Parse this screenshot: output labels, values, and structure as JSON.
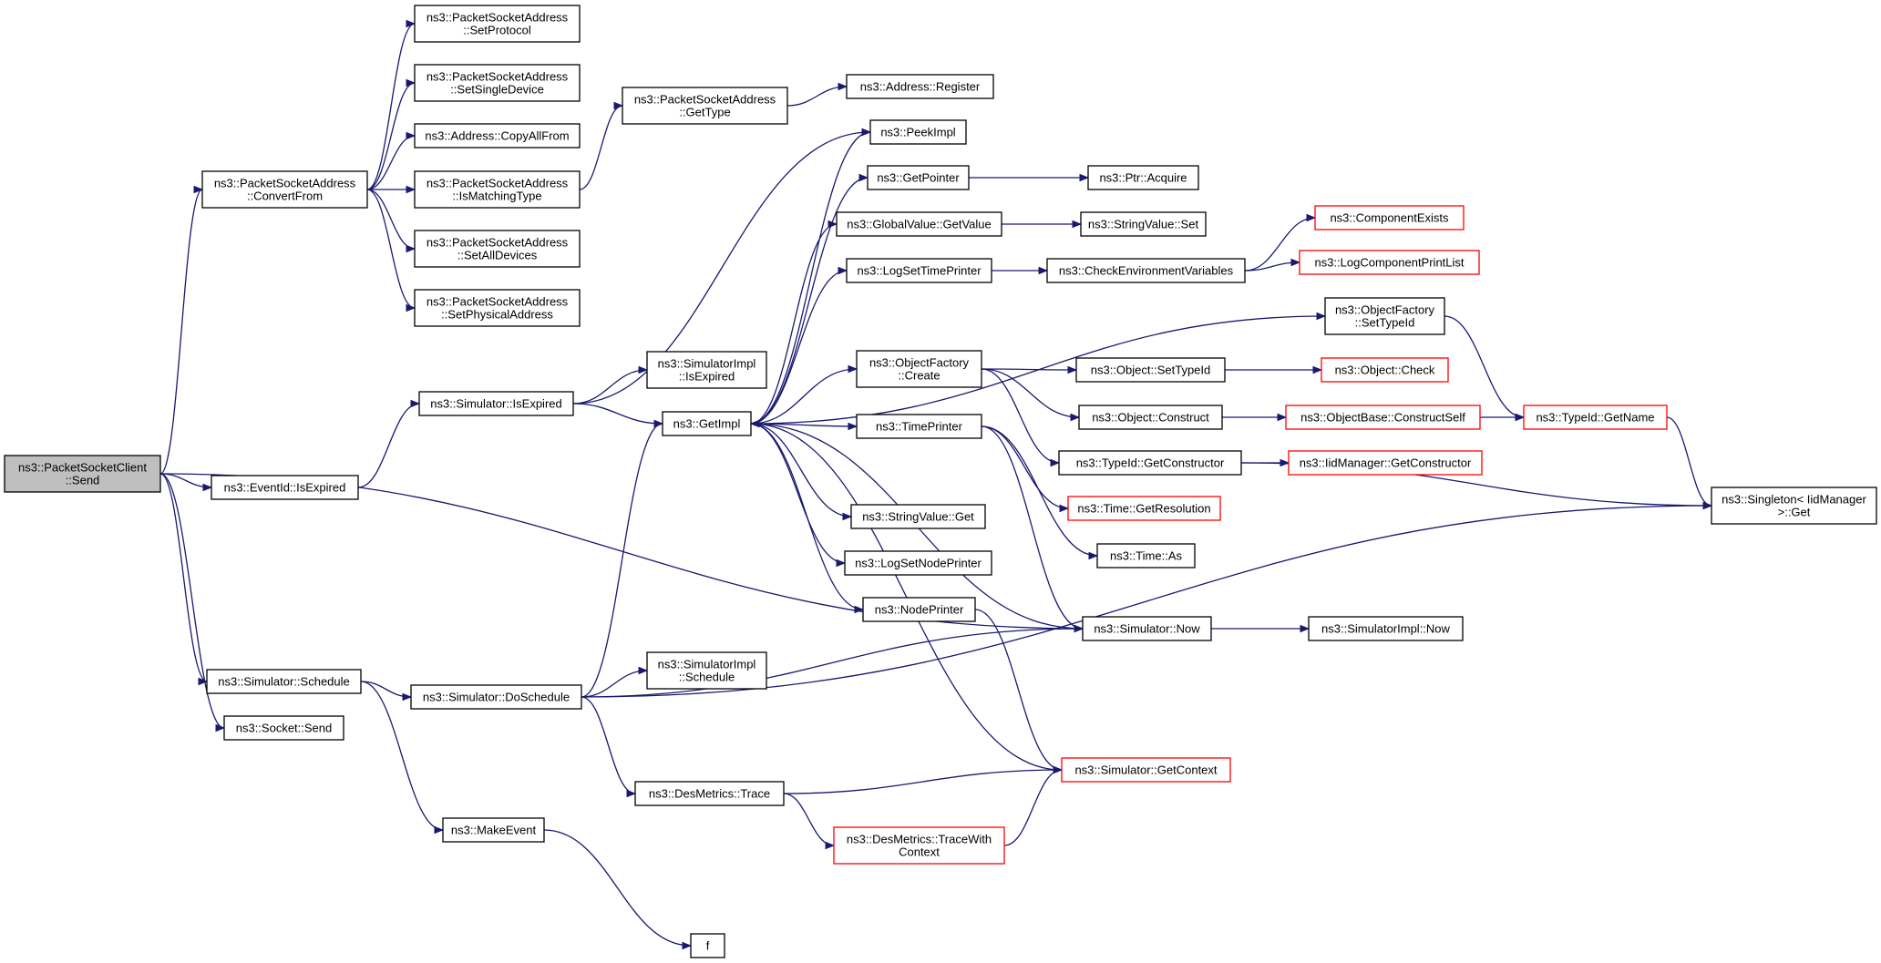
{
  "graph": {
    "root": "n_send",
    "colors": {
      "edge": "#191970",
      "node_border": "#000000",
      "node_border_truncated": "#ff0000",
      "root_fill": "#bfbfbf"
    },
    "nodes": [
      {
        "id": "n_send",
        "lines": [
          "ns3::PacketSocketClient",
          "::Send"
        ],
        "style": "root"
      },
      {
        "id": "n_convertfrom",
        "lines": [
          "ns3::PacketSocketAddress",
          "::ConvertFrom"
        ],
        "style": "normal"
      },
      {
        "id": "n_setprotocol",
        "lines": [
          "ns3::PacketSocketAddress",
          "::SetProtocol"
        ],
        "style": "normal"
      },
      {
        "id": "n_setsingledevice",
        "lines": [
          "ns3::PacketSocketAddress",
          "::SetSingleDevice"
        ],
        "style": "normal"
      },
      {
        "id": "n_copyallfrom",
        "lines": [
          "ns3::Address::CopyAllFrom"
        ],
        "style": "normal"
      },
      {
        "id": "n_ismatchingtype",
        "lines": [
          "ns3::PacketSocketAddress",
          "::IsMatchingType"
        ],
        "style": "normal"
      },
      {
        "id": "n_setalldevices",
        "lines": [
          "ns3::PacketSocketAddress",
          "::SetAllDevices"
        ],
        "style": "normal"
      },
      {
        "id": "n_setphysicaladdress",
        "lines": [
          "ns3::PacketSocketAddress",
          "::SetPhysicalAddress"
        ],
        "style": "normal"
      },
      {
        "id": "n_gettype",
        "lines": [
          "ns3::PacketSocketAddress",
          "::GetType"
        ],
        "style": "normal"
      },
      {
        "id": "n_register",
        "lines": [
          "ns3::Address::Register"
        ],
        "style": "normal"
      },
      {
        "id": "n_eventidisexpired",
        "lines": [
          "ns3::EventId::IsExpired"
        ],
        "style": "normal"
      },
      {
        "id": "n_simisexpired",
        "lines": [
          "ns3::Simulator::IsExpired"
        ],
        "style": "normal"
      },
      {
        "id": "n_simimplisexpired",
        "lines": [
          "ns3::SimulatorImpl",
          "::IsExpired"
        ],
        "style": "normal"
      },
      {
        "id": "n_getimpl",
        "lines": [
          "ns3::GetImpl"
        ],
        "style": "normal"
      },
      {
        "id": "n_peekimpl",
        "lines": [
          "ns3::PeekImpl"
        ],
        "style": "normal"
      },
      {
        "id": "n_getpointer",
        "lines": [
          "ns3::GetPointer"
        ],
        "style": "normal"
      },
      {
        "id": "n_ptracquire",
        "lines": [
          "ns3::Ptr::Acquire"
        ],
        "style": "normal"
      },
      {
        "id": "n_globalgetvalue",
        "lines": [
          "ns3::GlobalValue::GetValue"
        ],
        "style": "normal"
      },
      {
        "id": "n_stringvalueset",
        "lines": [
          "ns3::StringValue::Set"
        ],
        "style": "normal"
      },
      {
        "id": "n_logsettimeprinter",
        "lines": [
          "ns3::LogSetTimePrinter"
        ],
        "style": "normal"
      },
      {
        "id": "n_checkenv",
        "lines": [
          "ns3::CheckEnvironmentVariables"
        ],
        "style": "normal"
      },
      {
        "id": "n_componentexists",
        "lines": [
          "ns3::ComponentExists"
        ],
        "style": "truncated"
      },
      {
        "id": "n_logcomponentprintlist",
        "lines": [
          "ns3::LogComponentPrintList"
        ],
        "style": "truncated"
      },
      {
        "id": "n_ofsettypeid",
        "lines": [
          "ns3::ObjectFactory",
          "::SetTypeId"
        ],
        "style": "normal"
      },
      {
        "id": "n_ofcreate",
        "lines": [
          "ns3::ObjectFactory",
          "::Create"
        ],
        "style": "normal"
      },
      {
        "id": "n_objectsettypeid",
        "lines": [
          "ns3::Object::SetTypeId"
        ],
        "style": "normal"
      },
      {
        "id": "n_objectcheck",
        "lines": [
          "ns3::Object::Check"
        ],
        "style": "truncated"
      },
      {
        "id": "n_objectconstruct",
        "lines": [
          "ns3::Object::Construct"
        ],
        "style": "normal"
      },
      {
        "id": "n_constructself",
        "lines": [
          "ns3::ObjectBase::ConstructSelf"
        ],
        "style": "truncated"
      },
      {
        "id": "n_typeidgetname",
        "lines": [
          "ns3::TypeId::GetName"
        ],
        "style": "truncated"
      },
      {
        "id": "n_typeidgetconstructor",
        "lines": [
          "ns3::TypeId::GetConstructor"
        ],
        "style": "normal"
      },
      {
        "id": "n_iidgetconstructor",
        "lines": [
          "ns3::IidManager::GetConstructor"
        ],
        "style": "truncated"
      },
      {
        "id": "n_singletonget",
        "lines": [
          "ns3::Singleton< IidManager",
          ">::Get"
        ],
        "style": "normal"
      },
      {
        "id": "n_timeprinter",
        "lines": [
          "ns3::TimePrinter"
        ],
        "style": "normal"
      },
      {
        "id": "n_timegetresolution",
        "lines": [
          "ns3::Time::GetResolution"
        ],
        "style": "truncated"
      },
      {
        "id": "n_timeas",
        "lines": [
          "ns3::Time::As"
        ],
        "style": "normal"
      },
      {
        "id": "n_stringvalueget",
        "lines": [
          "ns3::StringValue::Get"
        ],
        "style": "normal"
      },
      {
        "id": "n_logsetnodeprinter",
        "lines": [
          "ns3::LogSetNodePrinter"
        ],
        "style": "normal"
      },
      {
        "id": "n_nodeprinter",
        "lines": [
          "ns3::NodePrinter"
        ],
        "style": "normal"
      },
      {
        "id": "n_simnow",
        "lines": [
          "ns3::Simulator::Now"
        ],
        "style": "normal"
      },
      {
        "id": "n_simimplnow",
        "lines": [
          "ns3::SimulatorImpl::Now"
        ],
        "style": "normal"
      },
      {
        "id": "n_simschedule",
        "lines": [
          "ns3::Simulator::Schedule"
        ],
        "style": "normal"
      },
      {
        "id": "n_simdoschedule",
        "lines": [
          "ns3::Simulator::DoSchedule"
        ],
        "style": "normal"
      },
      {
        "id": "n_simimplschedule",
        "lines": [
          "ns3::SimulatorImpl",
          "::Schedule"
        ],
        "style": "normal"
      },
      {
        "id": "n_socketsend",
        "lines": [
          "ns3::Socket::Send"
        ],
        "style": "normal"
      },
      {
        "id": "n_desmetricstrace",
        "lines": [
          "ns3::DesMetrics::Trace"
        ],
        "style": "normal"
      },
      {
        "id": "n_simgetcontext",
        "lines": [
          "ns3::Simulator::GetContext"
        ],
        "style": "truncated"
      },
      {
        "id": "n_tracewithcontext",
        "lines": [
          "ns3::DesMetrics::TraceWith",
          "Context"
        ],
        "style": "truncated"
      },
      {
        "id": "n_makeevent",
        "lines": [
          "ns3::MakeEvent"
        ],
        "style": "normal"
      },
      {
        "id": "n_f",
        "lines": [
          "f"
        ],
        "style": "normal"
      }
    ],
    "edges": [
      [
        "n_send",
        "n_convertfrom"
      ],
      [
        "n_send",
        "n_eventidisexpired"
      ],
      [
        "n_send",
        "n_simnow"
      ],
      [
        "n_send",
        "n_simschedule"
      ],
      [
        "n_send",
        "n_socketsend"
      ],
      [
        "n_convertfrom",
        "n_setprotocol"
      ],
      [
        "n_convertfrom",
        "n_setsingledevice"
      ],
      [
        "n_convertfrom",
        "n_copyallfrom"
      ],
      [
        "n_convertfrom",
        "n_ismatchingtype"
      ],
      [
        "n_convertfrom",
        "n_setalldevices"
      ],
      [
        "n_convertfrom",
        "n_setphysicaladdress"
      ],
      [
        "n_ismatchingtype",
        "n_gettype"
      ],
      [
        "n_gettype",
        "n_register"
      ],
      [
        "n_eventidisexpired",
        "n_simisexpired"
      ],
      [
        "n_simisexpired",
        "n_peekimpl"
      ],
      [
        "n_simisexpired",
        "n_simimplisexpired"
      ],
      [
        "n_simisexpired",
        "n_getimpl"
      ],
      [
        "n_getimpl",
        "n_peekimpl"
      ],
      [
        "n_getimpl",
        "n_getpointer"
      ],
      [
        "n_getimpl",
        "n_globalgetvalue"
      ],
      [
        "n_getimpl",
        "n_logsettimeprinter"
      ],
      [
        "n_getimpl",
        "n_ofsettypeid"
      ],
      [
        "n_getimpl",
        "n_ofcreate"
      ],
      [
        "n_getimpl",
        "n_timeprinter"
      ],
      [
        "n_getimpl",
        "n_stringvalueget"
      ],
      [
        "n_getimpl",
        "n_logsetnodeprinter"
      ],
      [
        "n_getimpl",
        "n_nodeprinter"
      ],
      [
        "n_getpointer",
        "n_ptracquire"
      ],
      [
        "n_globalgetvalue",
        "n_stringvalueset"
      ],
      [
        "n_logsettimeprinter",
        "n_checkenv"
      ],
      [
        "n_checkenv",
        "n_componentexists"
      ],
      [
        "n_checkenv",
        "n_logcomponentprintlist"
      ],
      [
        "n_ofsettypeid",
        "n_typeidgetname"
      ],
      [
        "n_ofcreate",
        "n_objectsettypeid"
      ],
      [
        "n_ofcreate",
        "n_objectconstruct"
      ],
      [
        "n_ofcreate",
        "n_typeidgetconstructor"
      ],
      [
        "n_objectsettypeid",
        "n_objectcheck"
      ],
      [
        "n_objectconstruct",
        "n_constructself"
      ],
      [
        "n_constructself",
        "n_typeidgetname"
      ],
      [
        "n_typeidgetname",
        "n_singletonget"
      ],
      [
        "n_typeidgetconstructor",
        "n_iidgetconstructor"
      ],
      [
        "n_typeidgetconstructor",
        "n_singletonget"
      ],
      [
        "n_timeprinter",
        "n_timegetresolution"
      ],
      [
        "n_timeprinter",
        "n_timeas"
      ],
      [
        "n_timeprinter",
        "n_simnow"
      ],
      [
        "n_nodeprinter",
        "n_simgetcontext"
      ],
      [
        "n_simnow",
        "n_getimpl"
      ],
      [
        "n_simnow",
        "n_simimplnow"
      ],
      [
        "n_simschedule",
        "n_simdoschedule"
      ],
      [
        "n_simschedule",
        "n_makeevent"
      ],
      [
        "n_simdoschedule",
        "n_getimpl"
      ],
      [
        "n_simdoschedule",
        "n_simimplschedule"
      ],
      [
        "n_simdoschedule",
        "n_simnow"
      ],
      [
        "n_simdoschedule",
        "n_desmetricstrace"
      ],
      [
        "n_simdoschedule",
        "n_singletonget"
      ],
      [
        "n_desmetricstrace",
        "n_simgetcontext"
      ],
      [
        "n_desmetricstrace",
        "n_tracewithcontext"
      ],
      [
        "n_tracewithcontext",
        "n_simgetcontext"
      ],
      [
        "n_simgetcontext",
        "n_getimpl"
      ],
      [
        "n_makeevent",
        "n_f"
      ]
    ]
  }
}
